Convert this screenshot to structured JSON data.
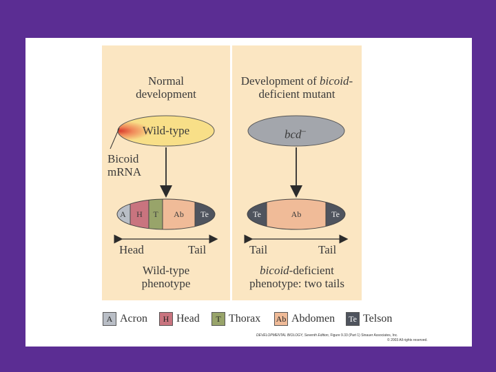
{
  "left_panel": {
    "title_line1": "Normal",
    "title_line2": "development",
    "embryo_label": "Wild-type",
    "mrna_label_line1": "Bicoid",
    "mrna_label_line2": "mRNA",
    "segments": [
      "A",
      "H",
      "T",
      "Ab",
      "Te"
    ],
    "axis_left": "Head",
    "axis_right": "Tail",
    "phenotype_line1": "Wild-type",
    "phenotype_line2": "phenotype"
  },
  "right_panel": {
    "title_line1_prefix": "Development of ",
    "title_line1_italic": "bicoid",
    "title_line1_suffix": "-",
    "title_line2": "deficient mutant",
    "embryo_label": "bcd",
    "embryo_superscript": "–",
    "segments": [
      "Te",
      "Ab",
      "Te"
    ],
    "axis_left": "Tail",
    "axis_right": "Tail",
    "phenotype_line1_italic": "bicoid",
    "phenotype_line1_suffix": "-deficient",
    "phenotype_line2": "phenotype: two tails"
  },
  "legend": [
    {
      "code": "A",
      "label": "Acron",
      "color": "#b9bec6"
    },
    {
      "code": "H",
      "label": "Head",
      "color": "#c9747f"
    },
    {
      "code": "T",
      "label": "Thorax",
      "color": "#98a46a"
    },
    {
      "code": "Ab",
      "label": "Abdomen",
      "color": "#f0bb98"
    },
    {
      "code": "Te",
      "label": "Telson",
      "color": "#4f545e"
    }
  ],
  "credit": {
    "line1_italic": "DEVELOPMENTAL BIOLOGY, Seventh Edition,",
    "line1_rest": " Figure 9.33 (Part 1)  Sinauer Associates, Inc.",
    "line2": "© 2003 All rights reserved."
  },
  "colors": {
    "background": "#5b2d93",
    "panel": "#fbe6c2",
    "wild_type_embryo": "#f8df88",
    "mutant_embryo": "#a3a6ac",
    "bicoid_mrna": "#d83a2c"
  }
}
